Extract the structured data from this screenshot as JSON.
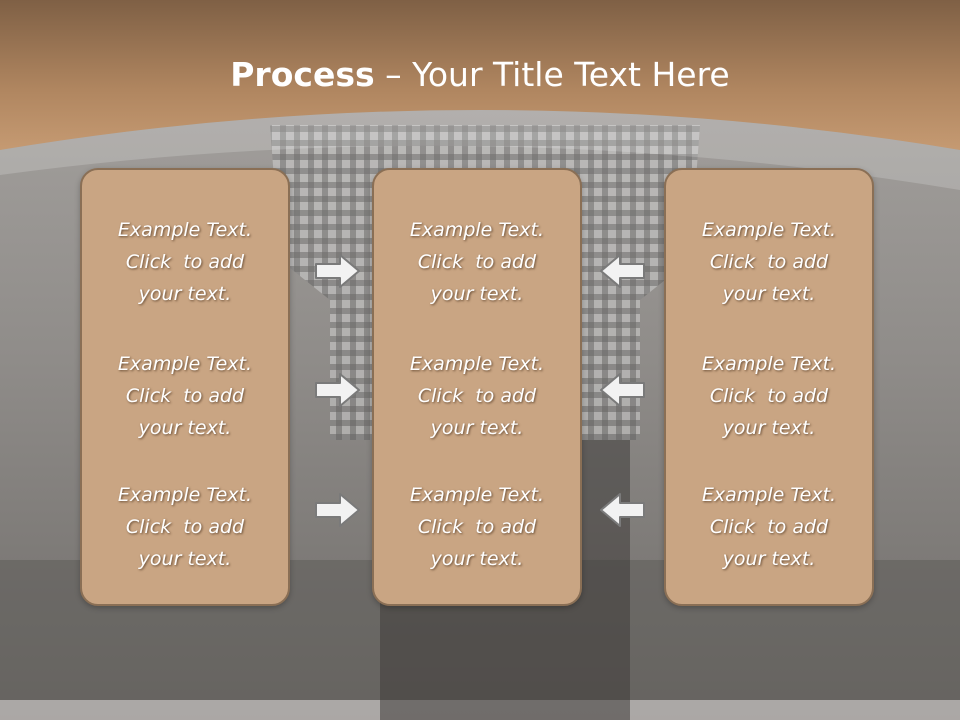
{
  "slide": {
    "title_bold": "Process",
    "title_rest": " – Your Title Text Here"
  },
  "panels": [
    {
      "blocks": [
        {
          "line1": "Example Text.",
          "line2": "Click  to add",
          "line3": "your text."
        },
        {
          "line1": "Example Text.",
          "line2": "Click  to add",
          "line3": "your text."
        },
        {
          "line1": "Example Text.",
          "line2": "Click  to add",
          "line3": "your text."
        }
      ]
    },
    {
      "blocks": [
        {
          "line1": "Example Text.",
          "line2": "Click  to add",
          "line3": "your text."
        },
        {
          "line1": "Example Text.",
          "line2": "Click  to add",
          "line3": "your text."
        },
        {
          "line1": "Example Text.",
          "line2": "Click  to add",
          "line3": "your text."
        }
      ]
    },
    {
      "blocks": [
        {
          "line1": "Example Text.",
          "line2": "Click  to add",
          "line3": "your text."
        },
        {
          "line1": "Example Text.",
          "line2": "Click  to add",
          "line3": "your text."
        },
        {
          "line1": "Example Text.",
          "line2": "Click  to add",
          "line3": "your text."
        }
      ]
    }
  ],
  "colors": {
    "banner": "#b08660",
    "panel_fill": "#c9a583",
    "panel_border": "#8a6f55",
    "arrow_fill": "#f2f2f2",
    "arrow_stroke": "#7a7a7a",
    "background": "#8e8b88"
  },
  "icons": {
    "left_arrows": "arrow-right-icon",
    "right_arrows": "arrow-left-icon"
  }
}
